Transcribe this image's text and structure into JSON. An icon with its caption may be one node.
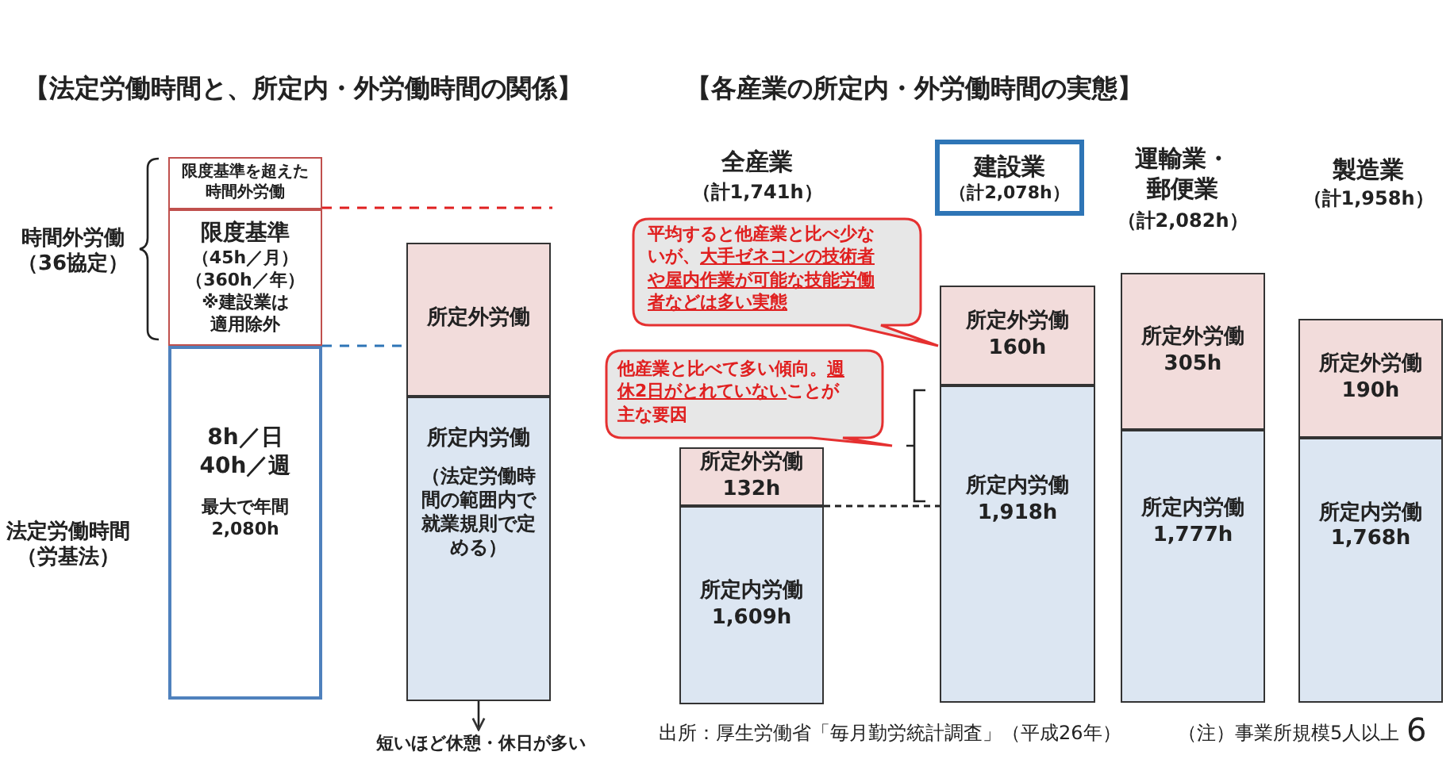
{
  "diagram": {
    "nodes": [
      {
        "text": [
          "限度基準を超えた時間外労働"
        ]
      },
      {
        "text": [
          "限度基準",
          "（45h／月）",
          "（360h／年）",
          "※建設業は適用除外"
        ]
      },
      {
        "text": [
          "8h／日",
          "40h／週",
          "最大で年間2,080h"
        ]
      },
      {
        "text": [
          "所定外労働"
        ]
      },
      {
        "text": [
          "所定内労働",
          "（法定労働時間の範囲内で就業規則で定める）"
        ]
      },
      {
        "text": [
          "短いほど休憩・休日が多い"
        ]
      },
      {
        "text": [
          "建設業",
          "（計2,078h）"
        ]
      },
      {
        "text": [
          "平均すると他産業と比べ少ないが、**大手ゼネコンの技術者や屋内作業が可能な技能労働者などは多い実態**"
        ]
      },
      {
        "text": [
          "他産業と比べて多い傾向。**週休2日がとれていない**ことが主な要因"
        ]
      },
      {
        "text": [
          "所定外労働",
          "132h"
        ]
      },
      {
        "text": [
          "所定内労働",
          "1,609h"
        ]
      },
      {
        "text": [
          "所定外労働",
          "160h"
        ]
      },
      {
        "text": [
          "所定内労働",
          "1,918h"
        ]
      },
      {
        "text": [
          "所定外労働",
          "305h"
        ]
      },
      {
        "text": [
          "所定内労働",
          "1,777h"
        ]
      },
      {
        "text": [
          "所定外労働",
          "190h"
        ]
      },
      {
        "text": [
          "所定内労働",
          "1,768h"
        ]
      }
    ],
    "edges": [
      {
        "from": 4,
        "to": 5,
        "arrow": "to"
      },
      {
        "from": 2,
        "to": 3,
        "arrow": "none",
        "style": "dashed",
        "color": "#2e75b6"
      },
      {
        "from": 0,
        "to": null,
        "arrow": "none",
        "style": "dashed",
        "color": "#e02020"
      },
      {
        "from": 10,
        "to": 12,
        "arrow": "none",
        "style": "dashed"
      }
    ],
    "labels": [
      "【法定労働時間と、所定内・外労働時間の関係】",
      "時間外労働（36協定）",
      "法定労働時間（労基法）",
      "【各産業の所定内・外労働時間の実態】",
      "全産業",
      "（計1,741h）",
      "運輸業・郵便業",
      "（計2,082h）",
      "製造業",
      "（計1,958h）",
      "出所：厚生労働省「毎月勤労統計調査」（平成26年）",
      "（注）事業所規模5人以上",
      "6"
    ]
  }
}
